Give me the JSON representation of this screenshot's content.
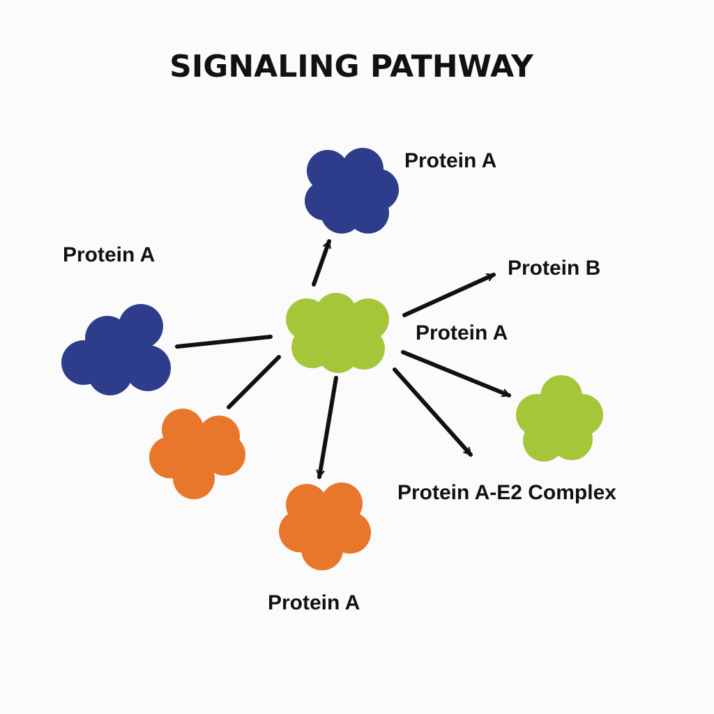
{
  "title": "SIGNALING PATHWAY",
  "colors": {
    "navy": "#2d3d8c",
    "lime": "#a6c63a",
    "orange": "#e8762b",
    "line": "#111111",
    "background": "#fbfbfb"
  },
  "nodes": [
    {
      "id": "center",
      "color": "lime"
    },
    {
      "id": "top",
      "color": "navy"
    },
    {
      "id": "left",
      "color": "navy"
    },
    {
      "id": "lower-left",
      "color": "orange"
    },
    {
      "id": "bottom",
      "color": "orange"
    },
    {
      "id": "right",
      "color": "lime"
    }
  ],
  "edges": [
    {
      "from": "center",
      "to": "top",
      "arrow": true
    },
    {
      "from": "center",
      "to": "label-protein-b",
      "arrow": true
    },
    {
      "from": "center",
      "to": "right",
      "arrow": true
    },
    {
      "from": "center",
      "to": "label-complex",
      "arrow": true
    },
    {
      "from": "center",
      "to": "bottom",
      "arrow": true
    },
    {
      "from": "center",
      "to": "left",
      "arrow": false
    },
    {
      "from": "center",
      "to": "lower-left",
      "arrow": false
    }
  ],
  "labels": {
    "top_right": "Protein A",
    "left": "Protein A",
    "protein_b": "Protein B",
    "center_right": "Protein A",
    "complex": "Protein A-E2 Complex",
    "bottom": "Protein A"
  }
}
